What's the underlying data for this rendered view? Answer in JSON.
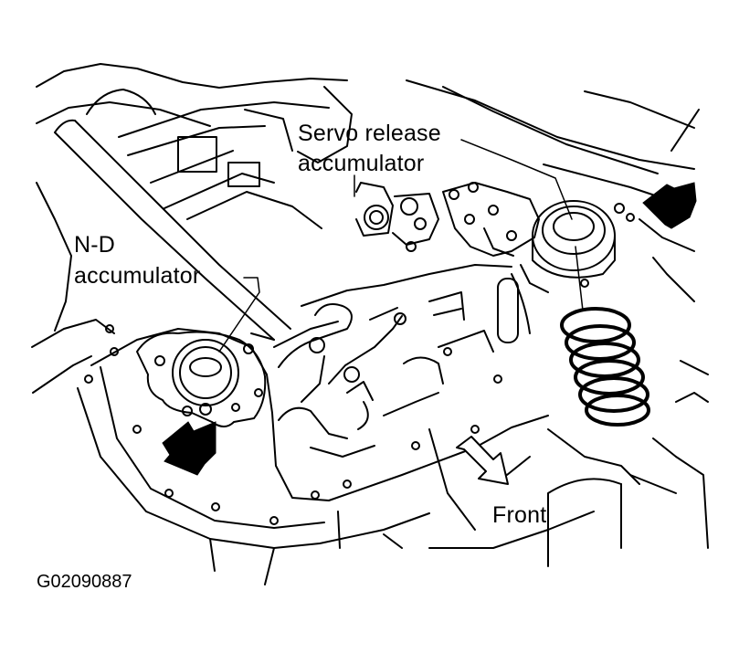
{
  "figure": {
    "id": "G02090887",
    "ink_color": "#000000",
    "background_color": "#ffffff"
  },
  "labels": {
    "servo_line1": "Servo release",
    "servo_line2": "accumulator",
    "nd_line1": "N-D",
    "nd_line2": "accumulator",
    "front": "Front"
  },
  "parts": {
    "left_arrow_icon": "filled-arrow-icon",
    "right_arrow_icon": "filled-arrow-icon",
    "front_arrow_icon": "outline-arrow-icon",
    "spring_icon": "coil-spring-icon"
  }
}
